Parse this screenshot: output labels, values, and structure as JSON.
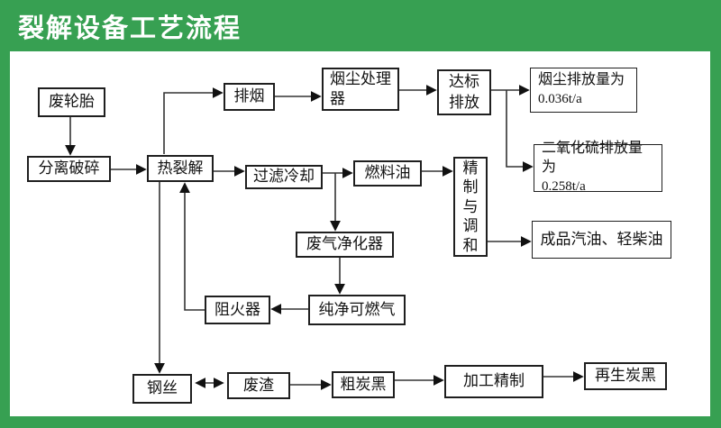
{
  "header": {
    "title": "裂解设备工艺流程"
  },
  "colors": {
    "brand_green": "#37a052",
    "canvas_bg": "#ffffff",
    "line": "#333333",
    "box_border": "#1f1f1f"
  },
  "flowchart": {
    "nodes": {
      "waste_tire": {
        "label": "废轮胎"
      },
      "separation_crushing": {
        "label": "分离破碎"
      },
      "pyrolysis": {
        "label": "热裂解"
      },
      "smoke_exhaust": {
        "label": "排烟"
      },
      "dust_processor": {
        "label": "烟尘处理\n器"
      },
      "standard_discharge": {
        "label": "达标\n排放"
      },
      "dust_emission": {
        "label": "烟尘排放量为",
        "value": "0.036t/a"
      },
      "so2_emission": {
        "label": "二氧化硫排放量为",
        "value": "0.258t/a"
      },
      "filter_cooling": {
        "label": "过滤冷却"
      },
      "fuel_oil": {
        "label": "燃料油"
      },
      "refining_blending": {
        "label": "精制与调和"
      },
      "finished_oil": {
        "label": "成品汽油、轻柴油"
      },
      "waste_gas_purifier": {
        "label": "废气净化器"
      },
      "pure_combustible_gas": {
        "label": "纯净可燃气"
      },
      "flame_arrester": {
        "label": "阻火器"
      },
      "steel_wire": {
        "label": "钢丝"
      },
      "waste_residue": {
        "label": "废渣"
      },
      "crude_carbon_black": {
        "label": "粗炭黑"
      },
      "processing_refining": {
        "label": "加工精制"
      },
      "regenerated_carbon_black": {
        "label": "再生炭黑"
      }
    }
  }
}
